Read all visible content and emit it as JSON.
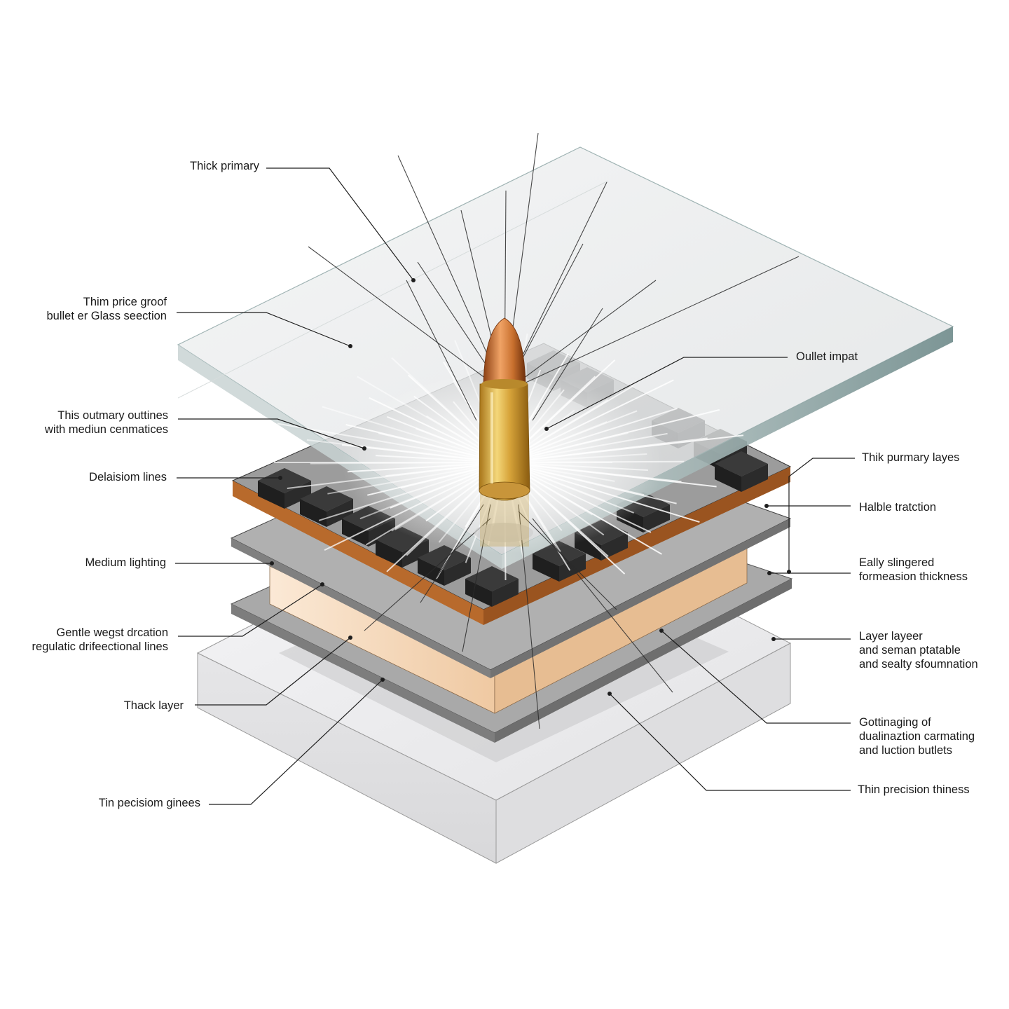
{
  "labels_left": [
    {
      "id": "thick-primary",
      "lines": [
        "Thick primary"
      ]
    },
    {
      "id": "thin-price-groof",
      "lines": [
        "Thim price groof",
        "bullet er Glass seection"
      ]
    },
    {
      "id": "this-outmary",
      "lines": [
        "This outmary outtines",
        "with mediun cenmatices"
      ]
    },
    {
      "id": "delaisiom-lines",
      "lines": [
        "Delaisiom lines"
      ]
    },
    {
      "id": "medium-lighting",
      "lines": [
        "Medium lighting"
      ]
    },
    {
      "id": "gentle-wegst",
      "lines": [
        "Gentle wegst drcation",
        "regulatic drifeectional lines"
      ]
    },
    {
      "id": "thack-layer",
      "lines": [
        "Thack layer"
      ]
    },
    {
      "id": "tin-pecisiom",
      "lines": [
        "Tin pecisiom ginees"
      ]
    }
  ],
  "labels_right": [
    {
      "id": "oullet-impat",
      "lines": [
        "Oullet impat"
      ]
    },
    {
      "id": "thik-purmary",
      "lines": [
        "Thik purmary layes"
      ]
    },
    {
      "id": "halble-traction",
      "lines": [
        "Halble tratction"
      ]
    },
    {
      "id": "eally-slingered",
      "lines": [
        "Eally slingered",
        "formeasion thickness"
      ]
    },
    {
      "id": "layer-layeer",
      "lines": [
        "Layer layeer",
        "and seman ptatable",
        "and sealty sfoumnation"
      ]
    },
    {
      "id": "gottinaging",
      "lines": [
        "Gottinaging of",
        "dualinaztion carmating",
        "and luction butlets"
      ]
    },
    {
      "id": "thin-precision",
      "lines": [
        "Thin precision thiness"
      ]
    }
  ],
  "colors": {
    "glass": "#e9ebec",
    "glass_edge": "#9fb3b3",
    "pcb_gray": "#a7a7a7",
    "copper": "#b86a2c",
    "foam": "#f3d6b6",
    "base": "#eeeeef",
    "chip": "#2b2b2b",
    "bullet_tip": "#c8702e",
    "bullet_case": "#d7a43a"
  },
  "icons": [
    "bullet-icon",
    "glass-shatter-icon"
  ]
}
